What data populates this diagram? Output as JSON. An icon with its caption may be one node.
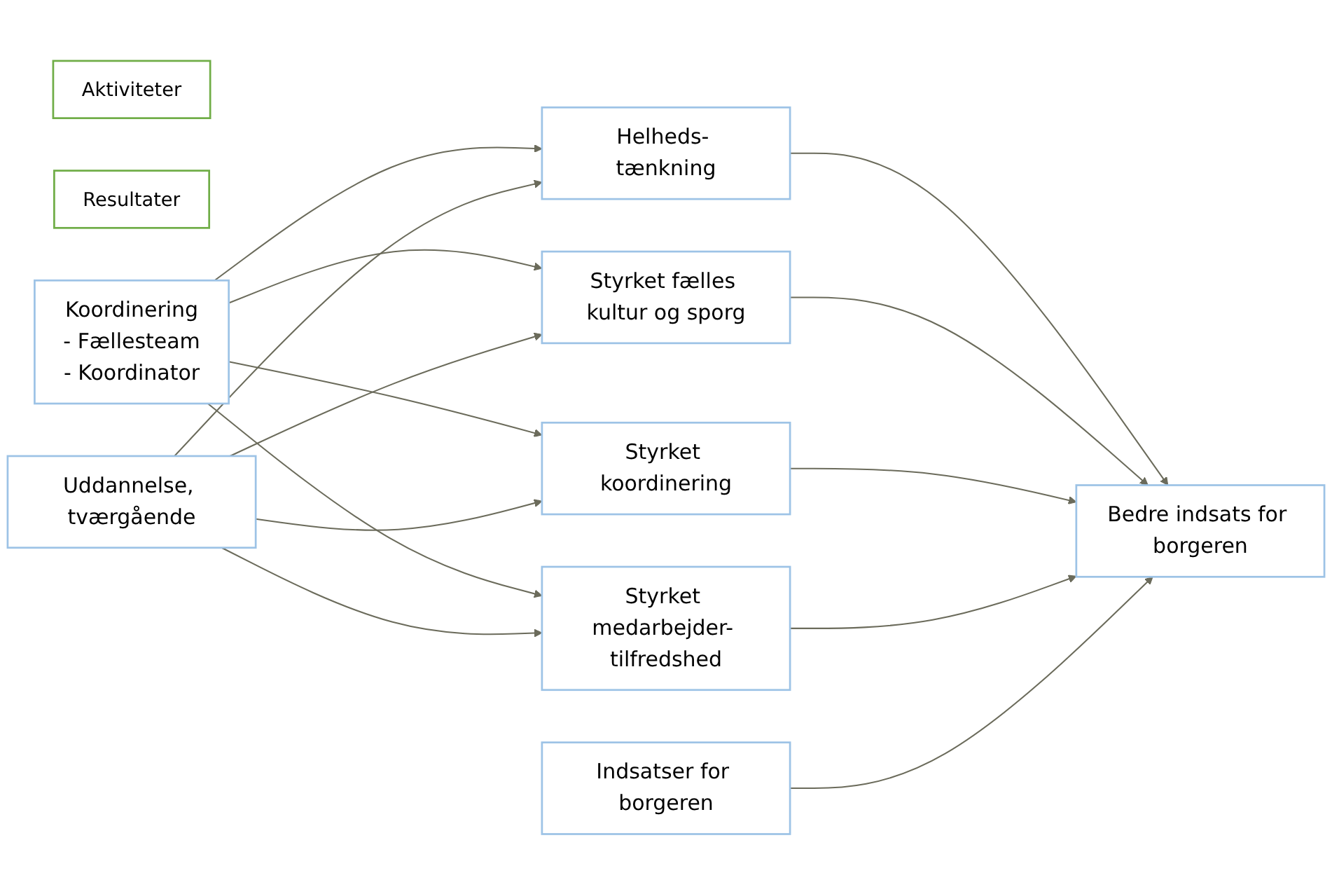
{
  "diagram": {
    "nodes": [
      {
        "text": [
          "Aktiviteter"
        ]
      },
      {
        "text": [
          "Resultater"
        ]
      },
      {
        "text": [
          "Koordinering",
          "- Fællesteam",
          "- Koordinator"
        ]
      },
      {
        "text": [
          "Uddannelse, tværgående"
        ]
      },
      {
        "text": [
          "Indsatser for borgeren"
        ]
      },
      {
        "text": [
          "Helheds- tænkning"
        ]
      },
      {
        "text": [
          "Styrket fælles kultur og sporg"
        ]
      },
      {
        "text": [
          "Styrket koordinering"
        ]
      },
      {
        "text": [
          "Styrket medarbejder- tilfredshed"
        ]
      },
      {
        "text": [
          "Bedre indsats for borgeren"
        ]
      }
    ],
    "edges": [
      {
        "from": 2,
        "to": 5,
        "arrow": "to"
      },
      {
        "from": 2,
        "to": 6,
        "arrow": "to"
      },
      {
        "from": 2,
        "to": 7,
        "arrow": "to"
      },
      {
        "from": 2,
        "to": 8,
        "arrow": "to"
      },
      {
        "from": 3,
        "to": 5,
        "arrow": "to"
      },
      {
        "from": 3,
        "to": 6,
        "arrow": "to"
      },
      {
        "from": 3,
        "to": 7,
        "arrow": "to"
      },
      {
        "from": 3,
        "to": 8,
        "arrow": "to"
      },
      {
        "from": 5,
        "to": 9,
        "arrow": "to"
      },
      {
        "from": 6,
        "to": 9,
        "arrow": "to"
      },
      {
        "from": 7,
        "to": 9,
        "arrow": "to"
      },
      {
        "from": 8,
        "to": 9,
        "arrow": "to"
      },
      {
        "from": 4,
        "to": 9,
        "arrow": "to"
      }
    ]
  }
}
